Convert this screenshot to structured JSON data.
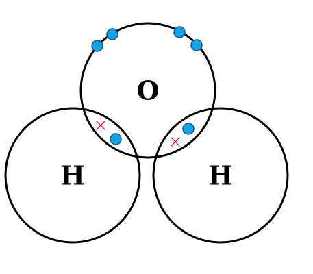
{
  "atoms": [
    {
      "id": "oxygen",
      "label": "O"
    },
    {
      "id": "hydrogen-left",
      "label": "H"
    },
    {
      "id": "hydrogen-right",
      "label": "H"
    }
  ],
  "legend": {
    "oxygen_electron_symbol": "dot",
    "hydrogen_electron_symbol": "cross"
  },
  "electrons": {
    "oxygen_lone_electrons": 4,
    "shared_pairs": 2
  },
  "colors": {
    "outline": "#000000",
    "oxygen_electron": "#1ba1e2",
    "hydrogen_electron": "#e3001b",
    "background": "#ffffff"
  }
}
